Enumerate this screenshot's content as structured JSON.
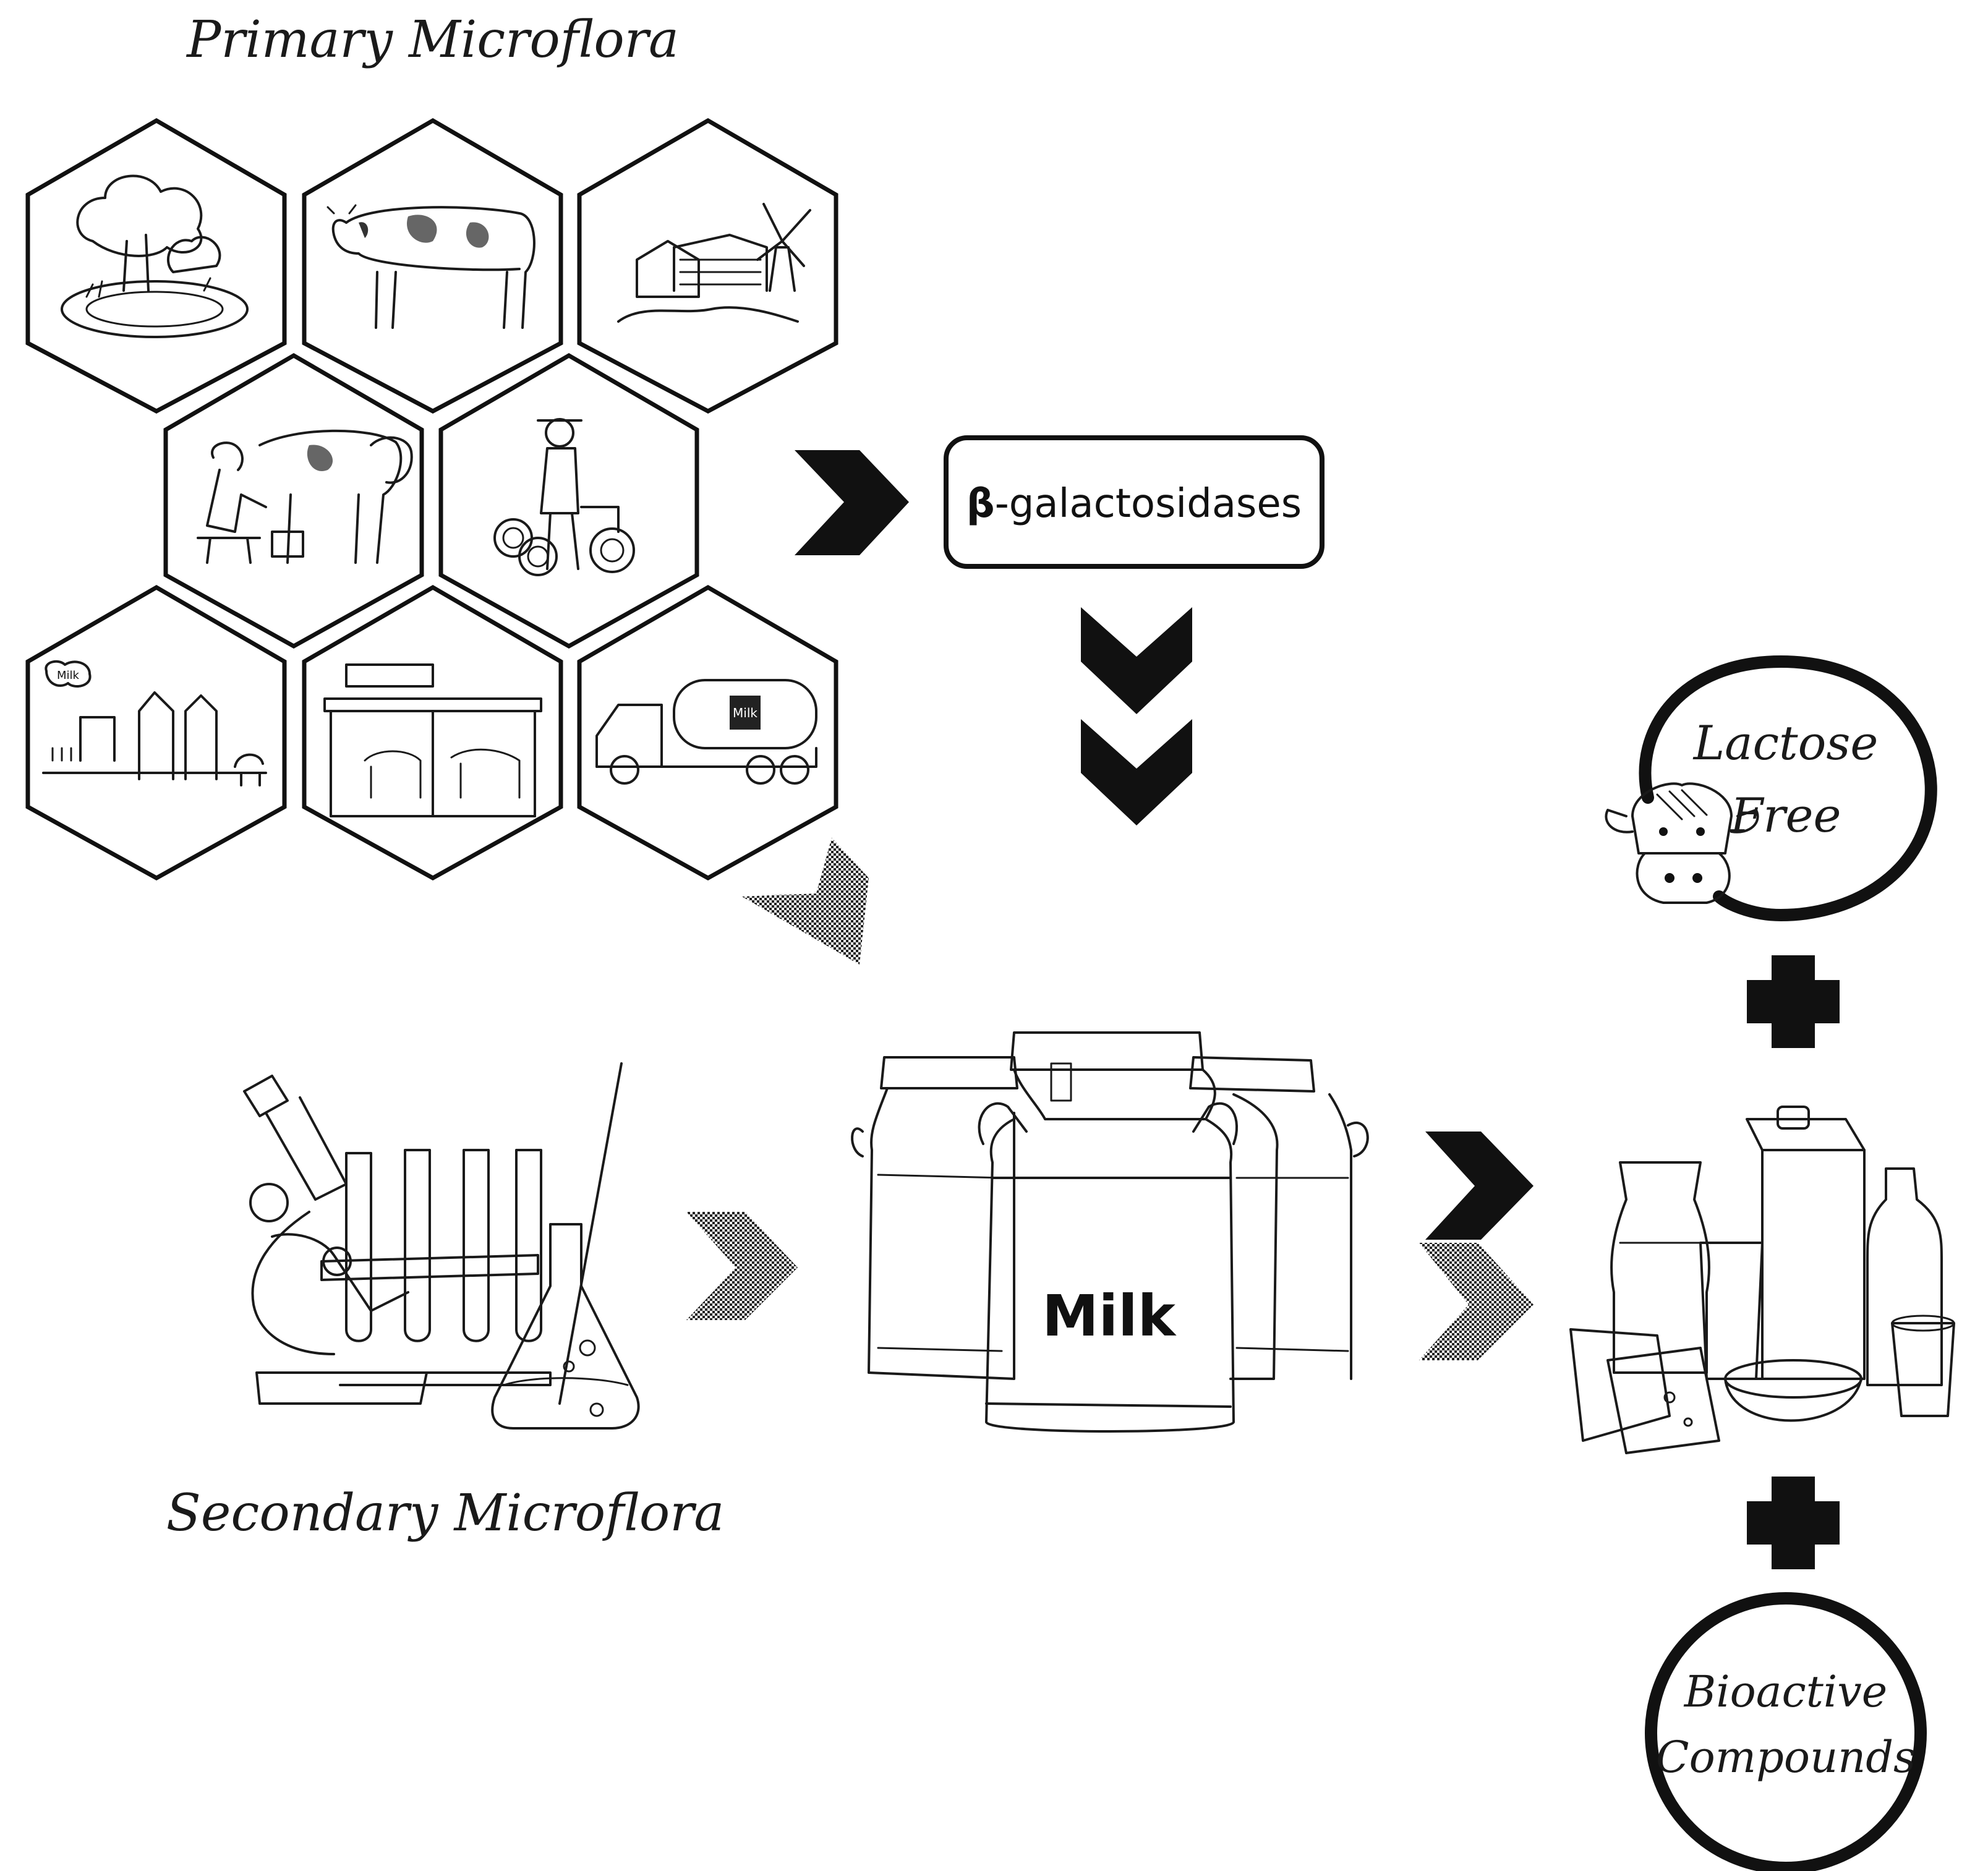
{
  "primary_label": "Primary Microflora",
  "secondary_label": "Secondary Microflora",
  "enzyme_label": {
    "symbol": "β",
    "text": "-galactosidases"
  },
  "milk_can_label": "Milk",
  "truck_tank_label": "Milk",
  "factory_sign_label": "Milk",
  "outcome_top": {
    "line1": "Lactose",
    "line2": "Free"
  },
  "outcome_bottom": {
    "line1": "Bioactive",
    "line2": "Compounds"
  },
  "hexagon_icons": [
    "trees-pond-icon",
    "cow-icon",
    "farm-windmill-icon",
    "milking-farmer-icon",
    "farmer-hay-icon",
    "milk-factory-icon",
    "cow-stable-icon",
    "milk-truck-icon"
  ],
  "colors": {
    "ink": "#111111",
    "background": "#ffffff",
    "hatched": "#555555"
  }
}
